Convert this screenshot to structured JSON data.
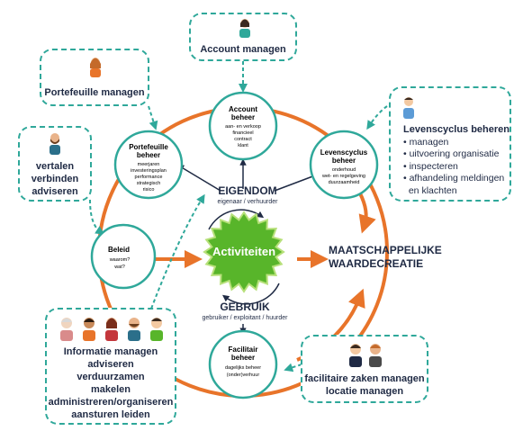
{
  "center": {
    "label": "Activiteiten",
    "eigendom_title": "EIGENDOM",
    "eigendom_sub": "eigenaar / verhuurder",
    "gebruik_title": "GEBRUIK",
    "gebruik_sub": "gebruiker / exploitant / huurder"
  },
  "outcome": {
    "line1": "MAATSCHAPPELIJKE",
    "line2": "WAARDECREATIE"
  },
  "circles": {
    "account": {
      "title1": "Account",
      "title2": "beheer",
      "items": [
        "aan- en verkoop",
        "financieel",
        "contract",
        "klant"
      ]
    },
    "portefeuille": {
      "title1": "Portefeuille",
      "title2": "beheer",
      "items": [
        "meerjaren",
        "investeringsplan",
        "performance",
        "strategisch",
        "risico"
      ]
    },
    "levenscyclus": {
      "title1": "Levenscyclus",
      "title2": "beheer",
      "items": [
        "onderhoud",
        "wet- en regelgeving",
        "duurzaamheid"
      ]
    },
    "beleid": {
      "title1": "Beleid",
      "items": [
        "waarom?",
        "wat?"
      ]
    },
    "facilitair": {
      "title1": "Facilitair",
      "title2": "beheer",
      "items": [
        "dagelijks beheer",
        "(onder)verhuur"
      ]
    }
  },
  "roles": {
    "account": {
      "label": "Account managen"
    },
    "portefeuille": {
      "label": "Portefeuille managen"
    },
    "beleid": {
      "lines": [
        "vertalen",
        "verbinden",
        "adviseren"
      ]
    },
    "levenscyclus": {
      "title": "Levenscyclus beheren",
      "bullets": [
        "managen",
        "uitvoering organisatie",
        "inspecteren",
        "afhandeling meldingen",
        "en klachten"
      ]
    },
    "informatie": {
      "lines": [
        "Informatie managen",
        "adviseren",
        "verduurzamen",
        "makelen",
        "administreren/organiseren",
        "aansturen leiden"
      ]
    },
    "facilitair": {
      "lines": [
        "facilitaire zaken managen",
        "locatie managen"
      ]
    }
  },
  "colors": {
    "orange": "#e8742a",
    "teal": "#2fa89a",
    "green": "#58b52a",
    "lightgreen": "#b7e07a",
    "navy": "#1f2a44"
  },
  "icons": [
    "person-woman-icon",
    "person-woman-icon",
    "person-man-beard-icon",
    "person-man-icon",
    "person-group-icon",
    "person-duo-icon"
  ]
}
